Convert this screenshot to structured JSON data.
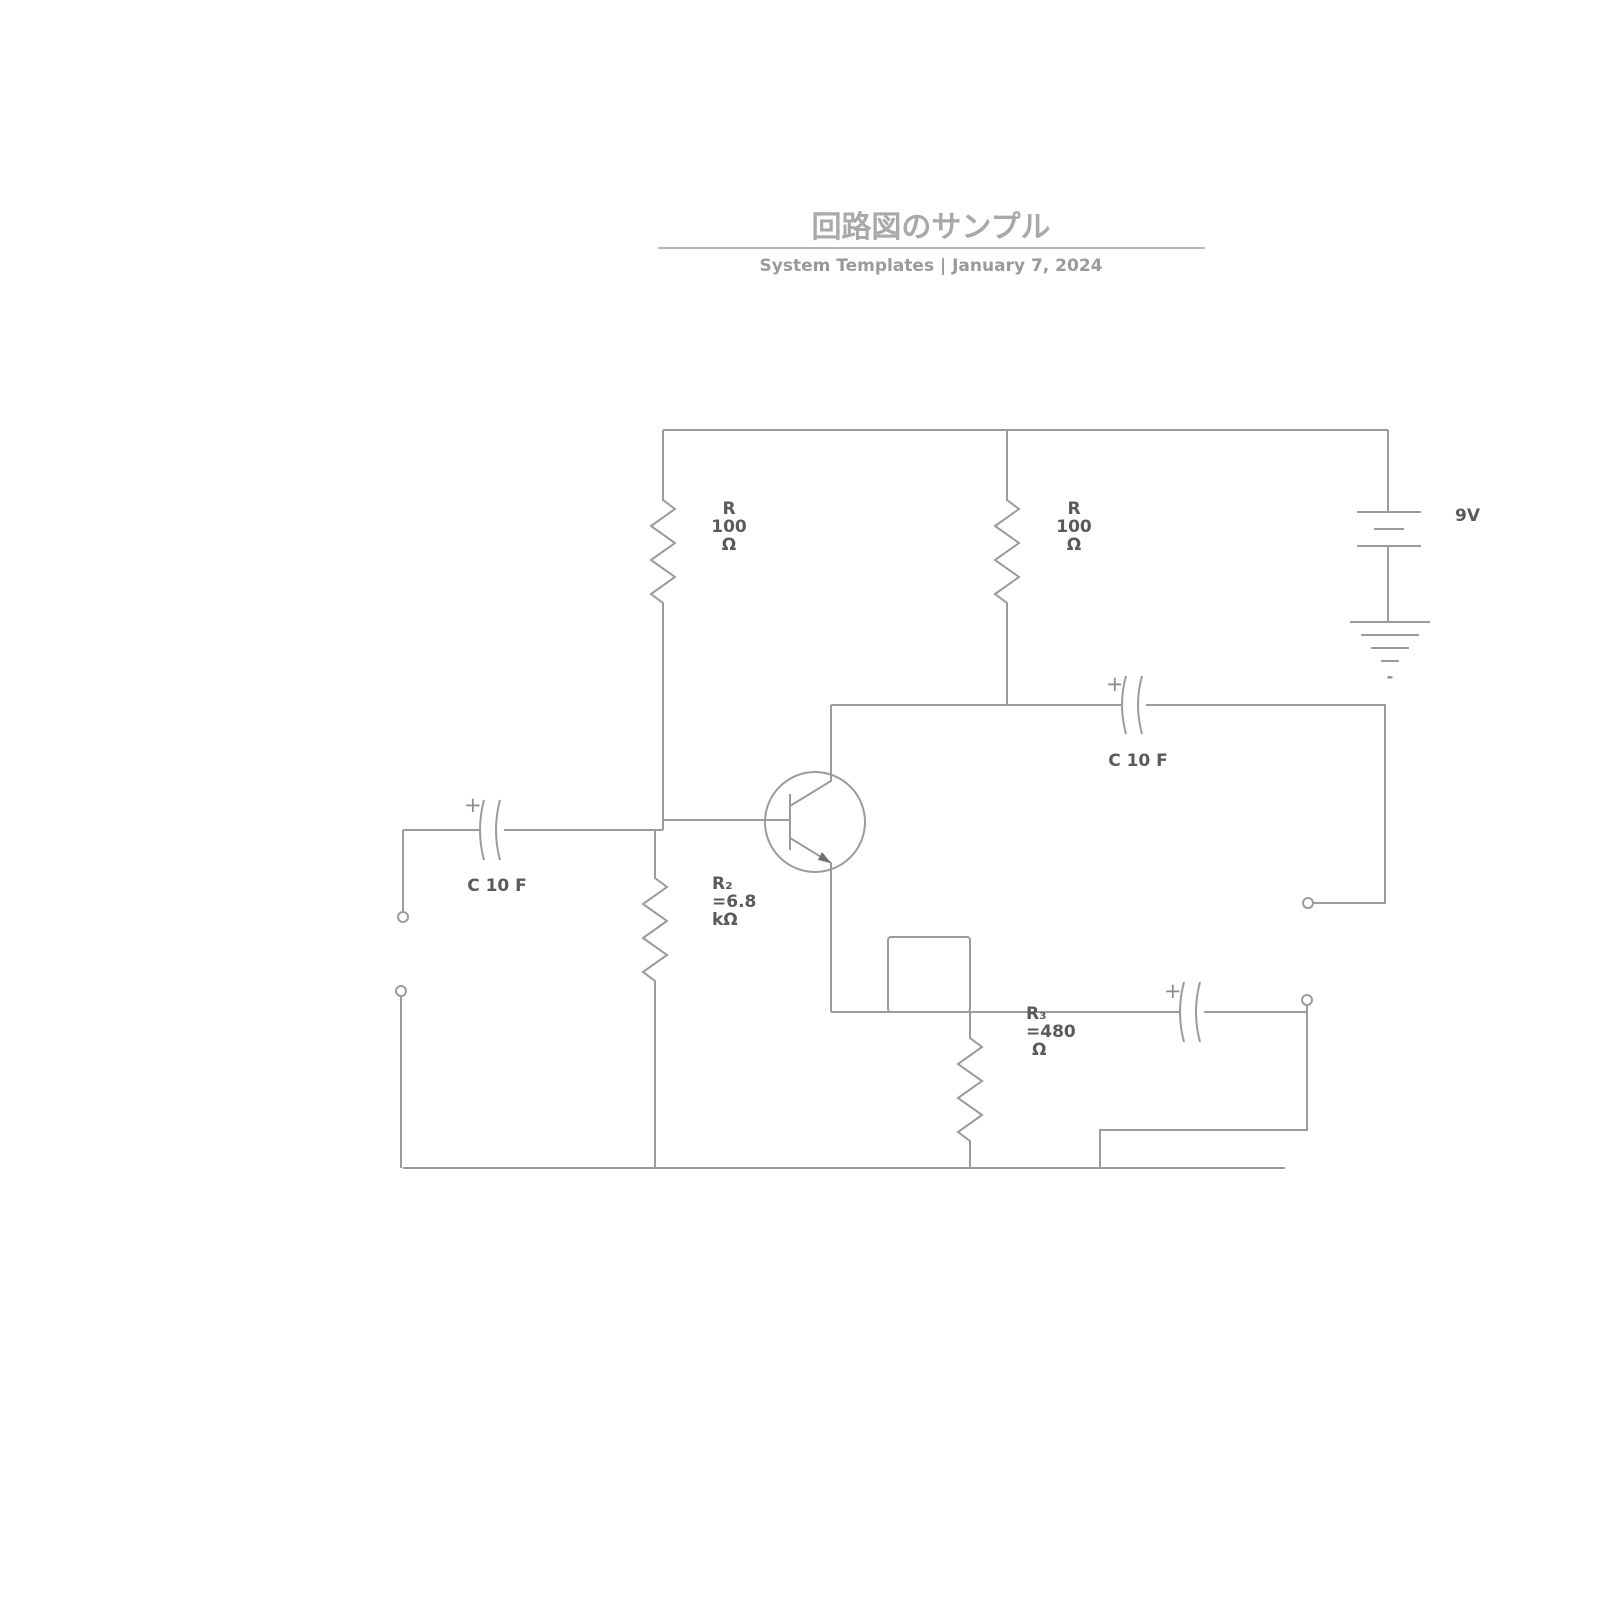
{
  "header": {
    "title": "回路図のサンプル",
    "subtitle": "System Templates  |  January 7, 2024"
  },
  "labels": {
    "r1_left": {
      "line1": "R",
      "line2": "100",
      "line3": "Ω"
    },
    "r1_right": {
      "line1": "R",
      "line2": "100",
      "line3": "Ω"
    },
    "battery": {
      "voltage": "9V",
      "minus": "-"
    },
    "cap_top": {
      "plus": "+",
      "value": "C 10 F"
    },
    "cap_in": {
      "plus": "+",
      "value": "C 10 F"
    },
    "cap_out": {
      "plus": "+"
    },
    "r2": {
      "line1": "R₂",
      "line2": "=6.8",
      "line3": "kΩ"
    },
    "r3": {
      "line1": "R₃",
      "line2": "=480",
      "line3": "Ω"
    }
  },
  "colors": {
    "wire": "#9b9b9b",
    "label": "#5a5a5a",
    "title": "#a9a9a9",
    "subtitle": "#9a9a9a",
    "arrow": "#6f6f6f"
  }
}
